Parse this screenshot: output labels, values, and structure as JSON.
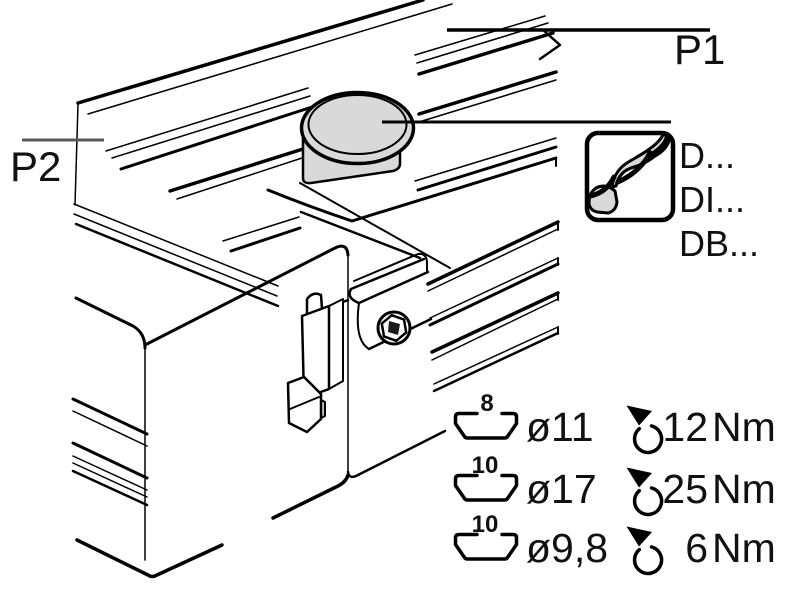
{
  "figure": {
    "p1_label": "P1",
    "p2_label": "P2",
    "cap_callout_lines": [
      "D...",
      "DI...",
      "DB..."
    ]
  },
  "torque_table": {
    "rows": [
      {
        "wrench_size": "8",
        "diameter": "ø11",
        "torque_value": "12",
        "torque_unit": "Nm"
      },
      {
        "wrench_size": "10",
        "diameter": "ø17",
        "torque_value": "25",
        "torque_unit": "Nm"
      },
      {
        "wrench_size": "10",
        "diameter": "ø9,8",
        "torque_value": "6",
        "torque_unit": "Nm"
      }
    ]
  },
  "icons": {
    "drill_bit": "drill-bit-icon",
    "wrench_size": "wrench-size-icon",
    "torque_arrow": "torque-tightening-arrow-icon"
  },
  "colors": {
    "line": "#000000",
    "gray_fill": "#d9d9d9",
    "p2_line_gray": "#5a5a5a",
    "text": "#111111"
  }
}
